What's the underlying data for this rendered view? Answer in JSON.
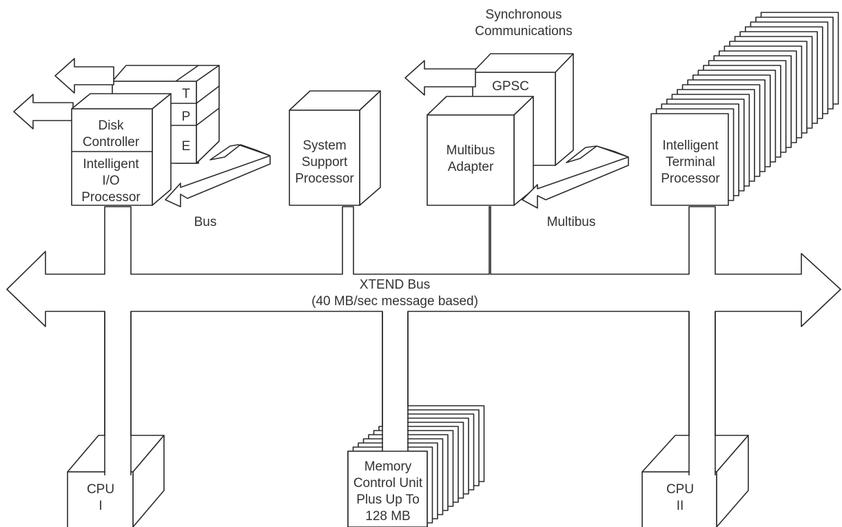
{
  "diagram": {
    "sync_comm_label": [
      "Synchronous",
      "Communications"
    ],
    "tape_letters": [
      "T",
      "P",
      "E"
    ],
    "disk_controller": [
      "Disk",
      "Controller"
    ],
    "intelligent_io": [
      "Intelligent",
      "I/O",
      "Processor"
    ],
    "bus_label": "Bus",
    "system_support": [
      "System",
      "Support",
      "Processor"
    ],
    "gpsc": "GPSC",
    "multibus_adapter": [
      "Multibus",
      "Adapter"
    ],
    "multibus_label": "Multibus",
    "terminal_processor": [
      "Intelligent",
      "Terminal",
      "Processor"
    ],
    "xtend_bus": [
      "XTEND Bus",
      "(40 MB/sec message based)"
    ],
    "cpu1": [
      "CPU",
      "I"
    ],
    "memory": [
      "Memory",
      "Control Unit",
      "Plus Up To",
      "128 MB"
    ],
    "cpu2": [
      "CPU",
      "II"
    ]
  }
}
